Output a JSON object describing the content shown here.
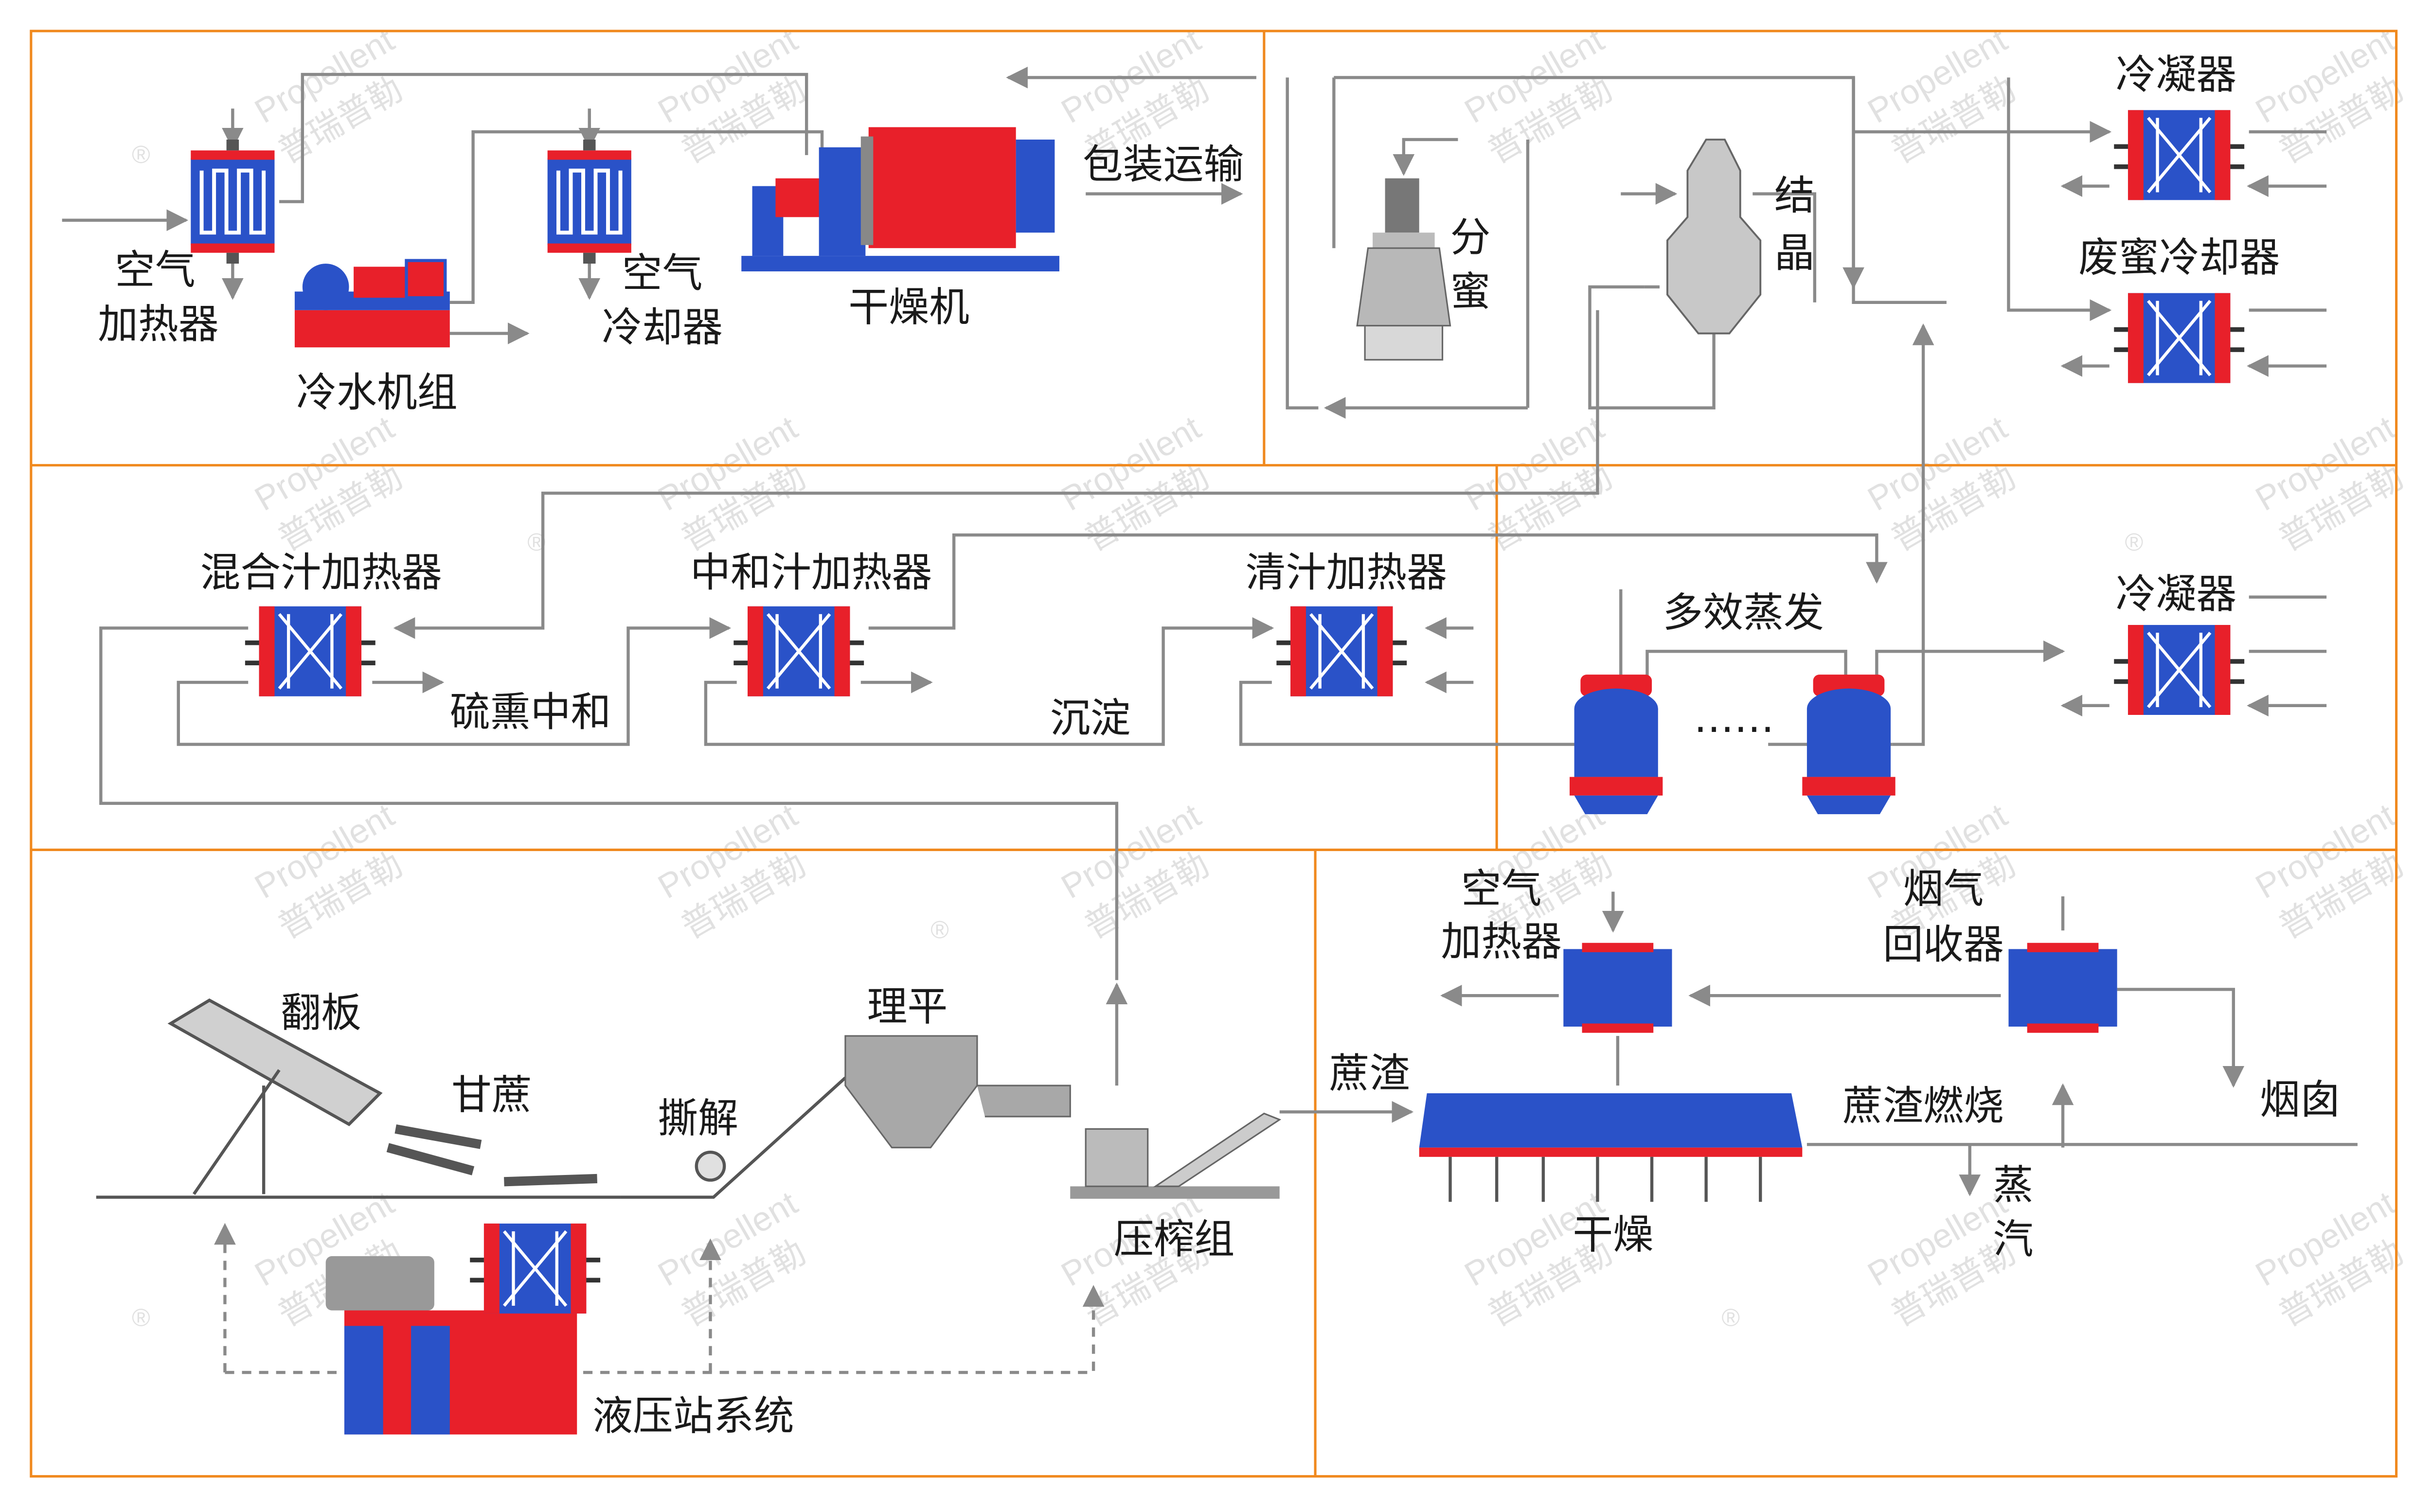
{
  "labels": {
    "air_heater_top_1": "空气",
    "air_heater_top_2": "加热器",
    "chiller": "冷水机组",
    "air_cooler_1": "空气",
    "air_cooler_2": "冷却器",
    "dryer": "干燥机",
    "packaging": "包装运输",
    "separation_1": "分",
    "separation_2": "蜜",
    "crystallize_1": "结",
    "crystallize_2": "晶",
    "condenser_top": "冷凝器",
    "waste_molasses_cooler": "废蜜冷却器",
    "mixed_juice_heater": "混合汁加热器",
    "neutral_juice_heater": "中和汁加热器",
    "clear_juice_heater": "清汁加热器",
    "sulfitation": "硫熏中和",
    "settling": "沉淀",
    "multi_effect": "多效蒸发",
    "dots": "……",
    "condenser_mid": "冷凝器",
    "flip_plate": "翻板",
    "sugarcane": "甘蔗",
    "shredding": "撕解",
    "leveling": "理平",
    "press_group": "压榨组",
    "hydraulic_station": "液压站系统",
    "bagasse": "蔗渣",
    "air_heater_bottom_1": "空气",
    "air_heater_bottom_2": "加热器",
    "flue_gas_1": "烟气",
    "flue_gas_2": "回收器",
    "bagasse_burning": "蔗渣燃烧",
    "drying": "干燥",
    "chimney": "烟囱",
    "steam_1": "蒸",
    "steam_2": "汽"
  },
  "watermark": {
    "brand_en": "Propellent",
    "brand_cn": "普瑞普勒",
    "mark": "®"
  },
  "colors": {
    "section_border": "#f0891e",
    "pipe": "#8a8a8a",
    "equip_red": "#e8202a",
    "equip_blue": "#2a52c8",
    "equip_gray": "#a8a8a8"
  }
}
